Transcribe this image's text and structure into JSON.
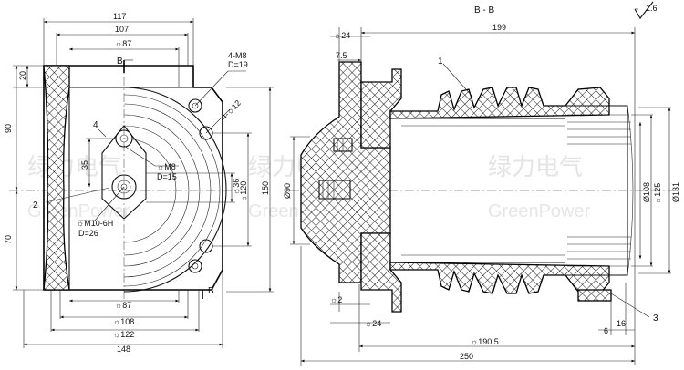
{
  "section_title": "B - B",
  "roughness": "1.6",
  "watermark": {
    "cn": "绿力电气",
    "en": "GreenPower"
  },
  "left_view": {
    "dims_top": [
      "117",
      "107",
      "☼87"
    ],
    "dims_bottom": [
      "☼87",
      "☼108",
      "☼122",
      "148"
    ],
    "dims_left": [
      "20",
      "90",
      "35",
      "70"
    ],
    "dims_right": [
      "☼36",
      "☼120",
      "150"
    ],
    "section_marker": "B",
    "callout_holes": [
      "4-M8",
      "D=19"
    ],
    "callout_slot": "4-☼12",
    "callout_m8": [
      "☼M8",
      "D=15"
    ],
    "callout_m10": [
      "☼M10-6H",
      "D=26"
    ],
    "part_labels": [
      "4",
      "2"
    ]
  },
  "right_view": {
    "dims_top": [
      "☼24",
      "199",
      "7.5"
    ],
    "dims_right": [
      "Ø108",
      "☼125",
      "Ø131"
    ],
    "dim_left": "Ø90",
    "dims_bottom": [
      "☼2",
      "☼24",
      "☼190.5",
      "250",
      "6",
      "16"
    ],
    "part_labels": [
      "1",
      "3"
    ]
  }
}
